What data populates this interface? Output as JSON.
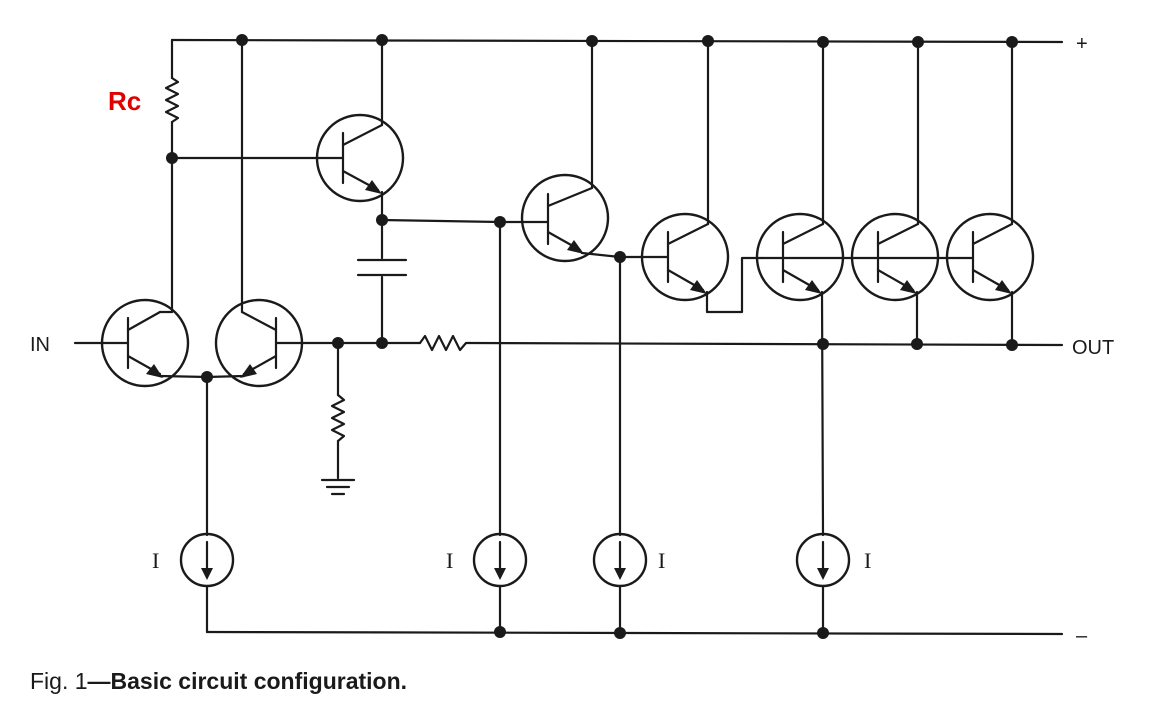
{
  "labels": {
    "rc": "Rc",
    "in": "IN",
    "out": "OUT",
    "plus": "+",
    "minus": "–",
    "current": "I"
  },
  "caption": {
    "fig": "Fig. 1",
    "text": "—Basic circuit configuration."
  },
  "colors": {
    "rc_label": "#e00000",
    "line": "#1a1a1a"
  }
}
